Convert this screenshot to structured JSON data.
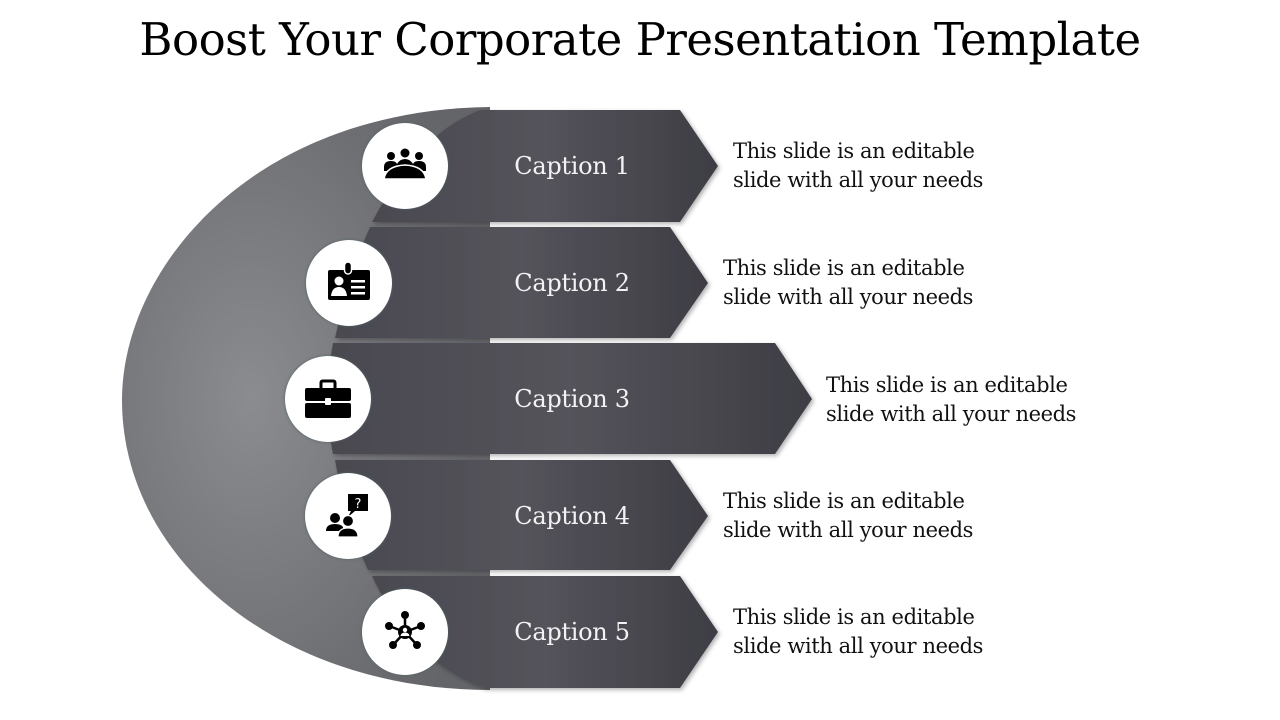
{
  "slide": {
    "title": "Boost Your Corporate Presentation Template",
    "colors": {
      "arc_light": "#8a8b8f",
      "arc_dark": "#6c6d71",
      "arrow_light": "#56555d",
      "arrow_dark": "#3d3c43",
      "icon_bg": "#ffffff",
      "icon_fg": "#000000"
    },
    "items": [
      {
        "caption": "Caption 1",
        "icon": "meeting-group-icon",
        "desc_line1": "This slide is an editable",
        "desc_line2": "slide with all your needs"
      },
      {
        "caption": "Caption 2",
        "icon": "id-badge-icon",
        "desc_line1": "This slide is an editable",
        "desc_line2": "slide with all your needs"
      },
      {
        "caption": "Caption 3",
        "icon": "briefcase-icon",
        "desc_line1": "This slide is an editable",
        "desc_line2": "slide with all your needs"
      },
      {
        "caption": "Caption 4",
        "icon": "people-question-icon",
        "desc_line1": "This slide is an editable",
        "desc_line2": "slide with all your needs"
      },
      {
        "caption": "Caption 5",
        "icon": "network-hub-icon",
        "desc_line1": "This slide is an editable",
        "desc_line2": "slide with all your needs"
      }
    ]
  }
}
